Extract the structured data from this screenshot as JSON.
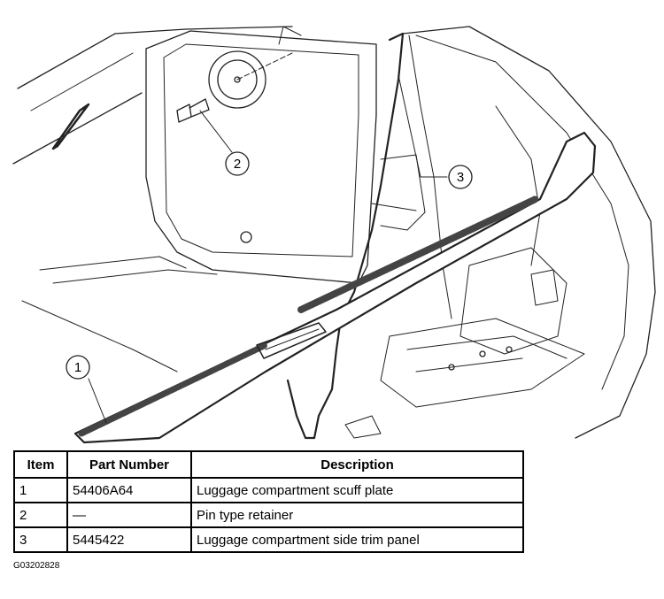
{
  "callouts": [
    {
      "label": "1"
    },
    {
      "label": "2"
    },
    {
      "label": "3"
    }
  ],
  "table": {
    "headers": [
      "Item",
      "Part Number",
      "Description"
    ],
    "rows": [
      {
        "item": "1",
        "part_number": "54406A64",
        "description": "Luggage compartment scuff plate"
      },
      {
        "item": "2",
        "part_number": "—",
        "description": "Pin type retainer"
      },
      {
        "item": "3",
        "part_number": "5445422",
        "description": "Luggage compartment side trim panel"
      }
    ]
  },
  "figure_code": "G03202828"
}
